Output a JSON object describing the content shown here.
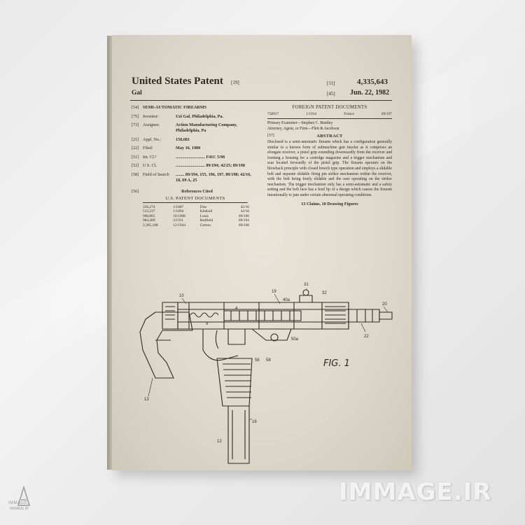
{
  "header": {
    "title": "United States Patent",
    "code19": "[19]",
    "inventor_short": "Gal",
    "code11": "[11]",
    "patent_number": "4,335,643",
    "code45": "[45]",
    "date": "Jun. 22, 1982"
  },
  "fields": {
    "f54": {
      "code": "[54]",
      "value": "SEMI-AUTOMATIC FIREARMS"
    },
    "f75": {
      "code": "[75]",
      "label": "Inventor:",
      "value": "Uzi Gal, Philadelphia, Pa."
    },
    "f73": {
      "code": "[73]",
      "label": "Assignee:",
      "value": "Action Manufacturing Company, Philadelphia, Pa"
    },
    "f21": {
      "code": "[21]",
      "label": "Appl. No.:",
      "value": "150,681"
    },
    "f22": {
      "code": "[22]",
      "label": "Filed:",
      "value": "May 16, 1980"
    },
    "f51": {
      "code": "[51]",
      "label": "Int. Cl.³",
      "value": "........................... F41C 5/06"
    },
    "f52": {
      "code": "[52]",
      "label": "U.S. Cl.",
      "value": "........................... 89/194; 42/25; 89/198"
    },
    "f58": {
      "code": "[58]",
      "label": "Field of Search",
      "value": "........ 89/194, 155, 196, 197, 89/198; 42/16, 18, 69 A, 25"
    }
  },
  "references": {
    "code": "[56]",
    "title": "References Cited",
    "us_docs_title": "U.S. PATENT DOCUMENTS",
    "rows": [
      {
        "num": "356,274",
        "date": "1/1887",
        "name": "Diss",
        "cls": "42/16"
      },
      {
        "num": "513,237",
        "date": "1/1894",
        "name": "Kimball",
        "cls": "42/18"
      },
      {
        "num": "900,865",
        "date": "10/1908",
        "name": "Louis",
        "cls": "89/196"
      },
      {
        "num": "984,489",
        "date": "2/1911",
        "name": "Redfield",
        "cls": "89/194"
      },
      {
        "num": "2,365,188",
        "date": "12/1944",
        "name": "Gorton",
        "cls": "89/198"
      }
    ]
  },
  "foreign": {
    "title": "FOREIGN PATENT DOCUMENTS",
    "row": {
      "num": "758917",
      "date": "1/1934",
      "country": "France",
      "cls": "89/197"
    }
  },
  "examiners": {
    "primary": "Primary Examiner—Stephen C. Bentley",
    "attorney": "Attorney, Agent, or Firm—Fleit & Jacobson"
  },
  "abstract": {
    "code": "[57]",
    "title": "ABSTRACT",
    "text": "Disclosed is a semi-automatic firearm which has a configuration generally similar to a known form of submachine gun insofar as it comprises an elongate receiver, a pistol grip extending downwardly from the receiver and forming a housing for a cartridge magazine and a trigger mechanism and sear located forwardly of the pistol grip. The firearm operates on the blowback principle with closed breech type operation and employs a slidable bolt and separate slidable firing pin striker mechanism within the receiver, with the bolt being freely slidable and the sear operating on the striker mechanism. The trigger mechanism only has a semi-automatic and a safety setting and the bolt face has a feed lip of a design which causes the firearm intentionally to jam under certain abnormal operating conditions.",
    "claims": "13 Claims, 10 Drawing Figures"
  },
  "drawing": {
    "fig_label": "FIG. 1",
    "part_numbers": [
      "10",
      "19",
      "20",
      "22",
      "31",
      "32",
      "40a",
      "50a",
      "56",
      "58",
      "16",
      "13",
      "12",
      "4",
      "9"
    ]
  },
  "branding": {
    "small_logo_line1": "IMMAGE",
    "small_logo_line2": "IMMAGE.IR",
    "watermark": "IMMAGE.IR"
  }
}
